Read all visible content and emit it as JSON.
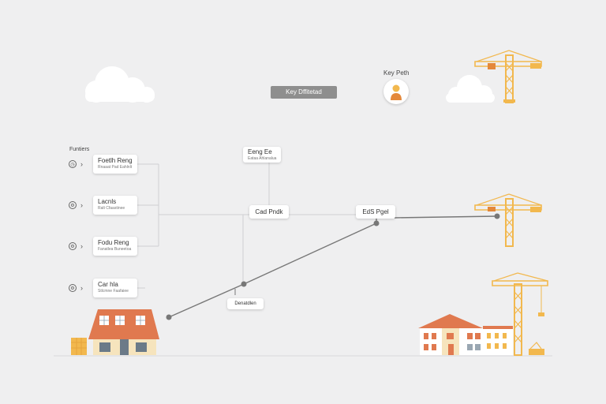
{
  "header": {
    "banner_label": "Key Dffitetad",
    "avatar_label": "Key Peth"
  },
  "sidebar": {
    "heading": "Funtiers",
    "rows": [
      {
        "icon": "clock-icon",
        "title": "Foetlh Reng",
        "sub": "Rnaaat Pad Eahlnlt"
      },
      {
        "icon": "gear-icon",
        "title": "Lacnls",
        "sub": "Ralt Cfaastinee"
      },
      {
        "icon": "gear-icon",
        "title": "Fodu Reng",
        "sub": "Fanatlea Buneetoa"
      },
      {
        "icon": "gear-icon",
        "title": "Car hla",
        "sub": "Stlcmne Faafaiee"
      }
    ]
  },
  "nodes": {
    "top_card": {
      "title": "Eeng Ee",
      "sub": "Eataa Ahlanalua"
    },
    "center_card": "Cad Pndk",
    "right_card": "EdS Pgel",
    "bottom_label": "Denatdlen"
  },
  "colors": {
    "crane": "#f2b84e",
    "crane_accent": "#e4883a",
    "roof": "#e0794f",
    "wall": "#f6e4bd",
    "line": "#777777",
    "cloud": "#ffffff"
  }
}
